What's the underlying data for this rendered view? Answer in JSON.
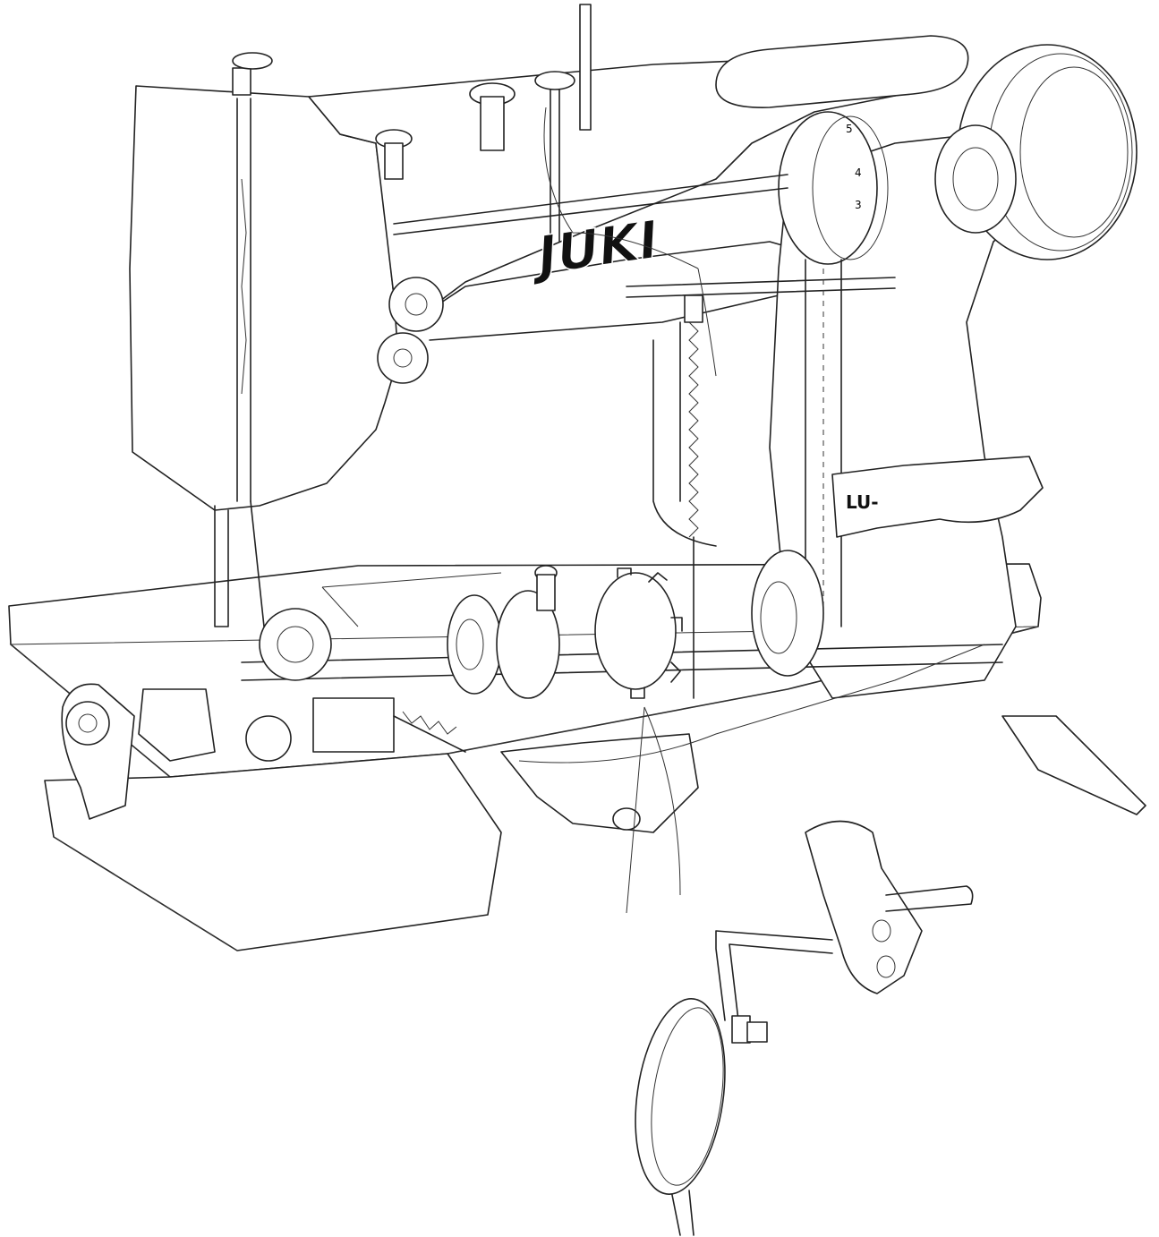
{
  "brand": {
    "arm_label": "JUKI",
    "guard_label": "LU-"
  },
  "pulley_scale": [
    "5",
    "4",
    "3"
  ],
  "colors": {
    "ink": "#222222",
    "paper": "#ffffff"
  }
}
